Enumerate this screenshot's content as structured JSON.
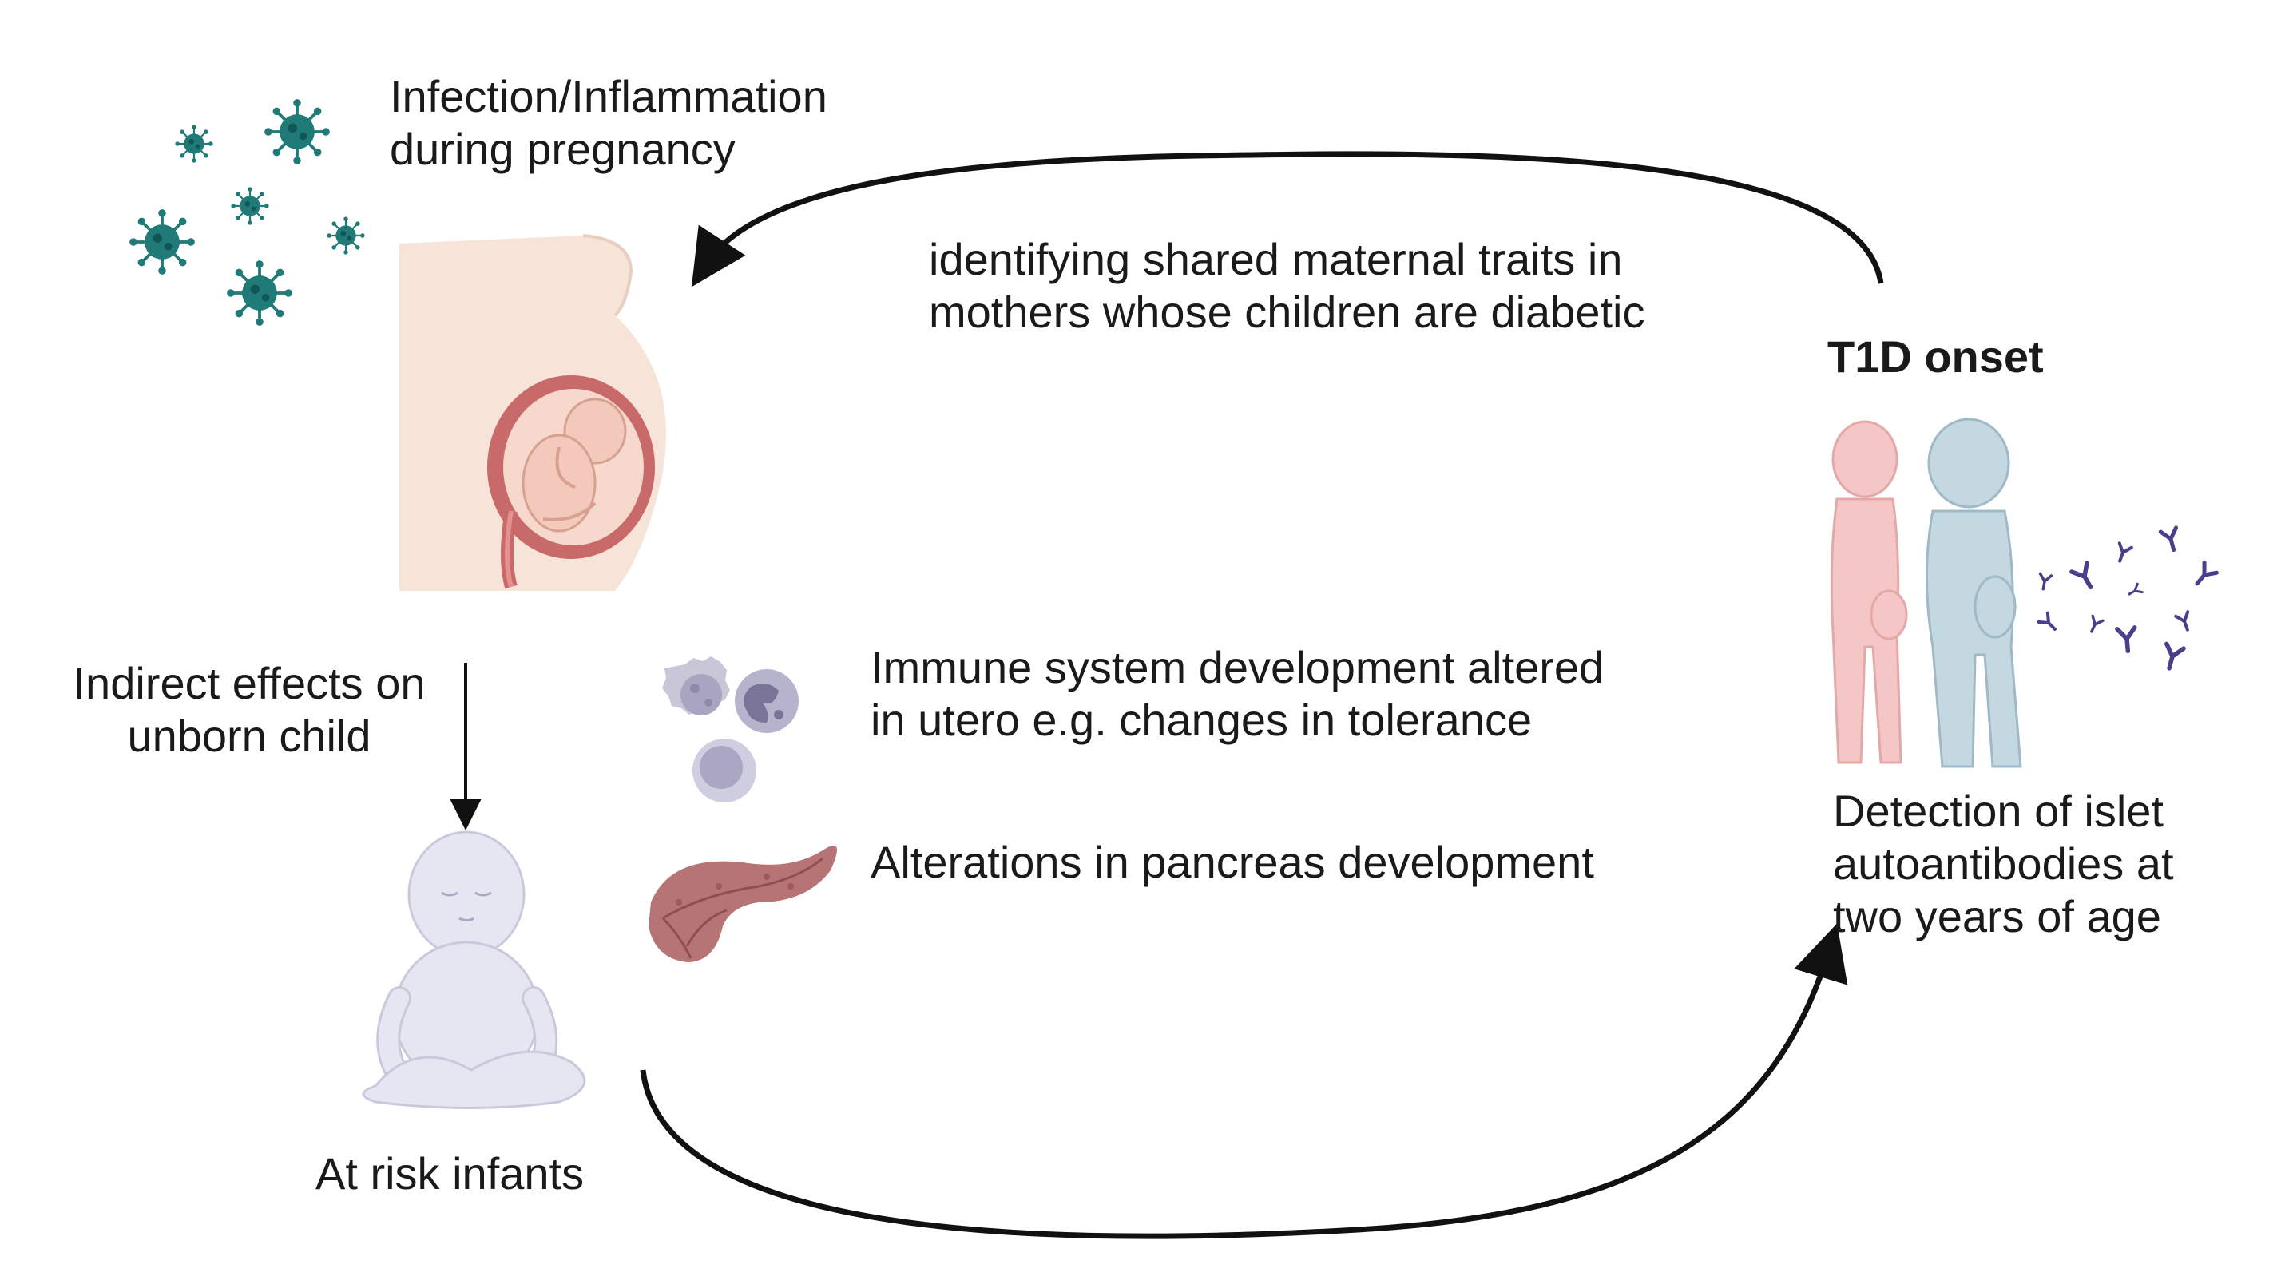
{
  "labels": {
    "infection": [
      "Infection/Inflammation",
      "during pregnancy"
    ],
    "feedback": [
      "identifying shared maternal traits in",
      "mothers whose children are diabetic"
    ],
    "t1d_onset": "T1D onset",
    "indirect": [
      "Indirect effects on",
      "unborn child"
    ],
    "immune": [
      "Immune system development altered",
      "in utero e.g. changes in tolerance"
    ],
    "pancreas": "Alterations in pancreas development",
    "detection": [
      "Detection of islet",
      "autoantibodies at",
      "two years of age"
    ],
    "at_risk": "At risk infants"
  },
  "colors": {
    "virus": "#1f7a78",
    "virus_dark": "#0f5654",
    "skin": "#f6e4d8",
    "uterus": "#c86a6a",
    "fetus": "#f3c9bb",
    "infant": "#e6e6f2",
    "child_pink": "#f4c6c6",
    "child_blue": "#c4d8e2",
    "antibody": "#4a3f8a",
    "immune_cell": "#b6b3cc",
    "pancreas": "#b77474",
    "arrow": "#111111"
  },
  "icons": [
    "virus-icon",
    "pregnant-woman-icon",
    "immune-cell-icon",
    "pancreas-icon",
    "infant-icon",
    "children-icon",
    "antibody-icon"
  ]
}
